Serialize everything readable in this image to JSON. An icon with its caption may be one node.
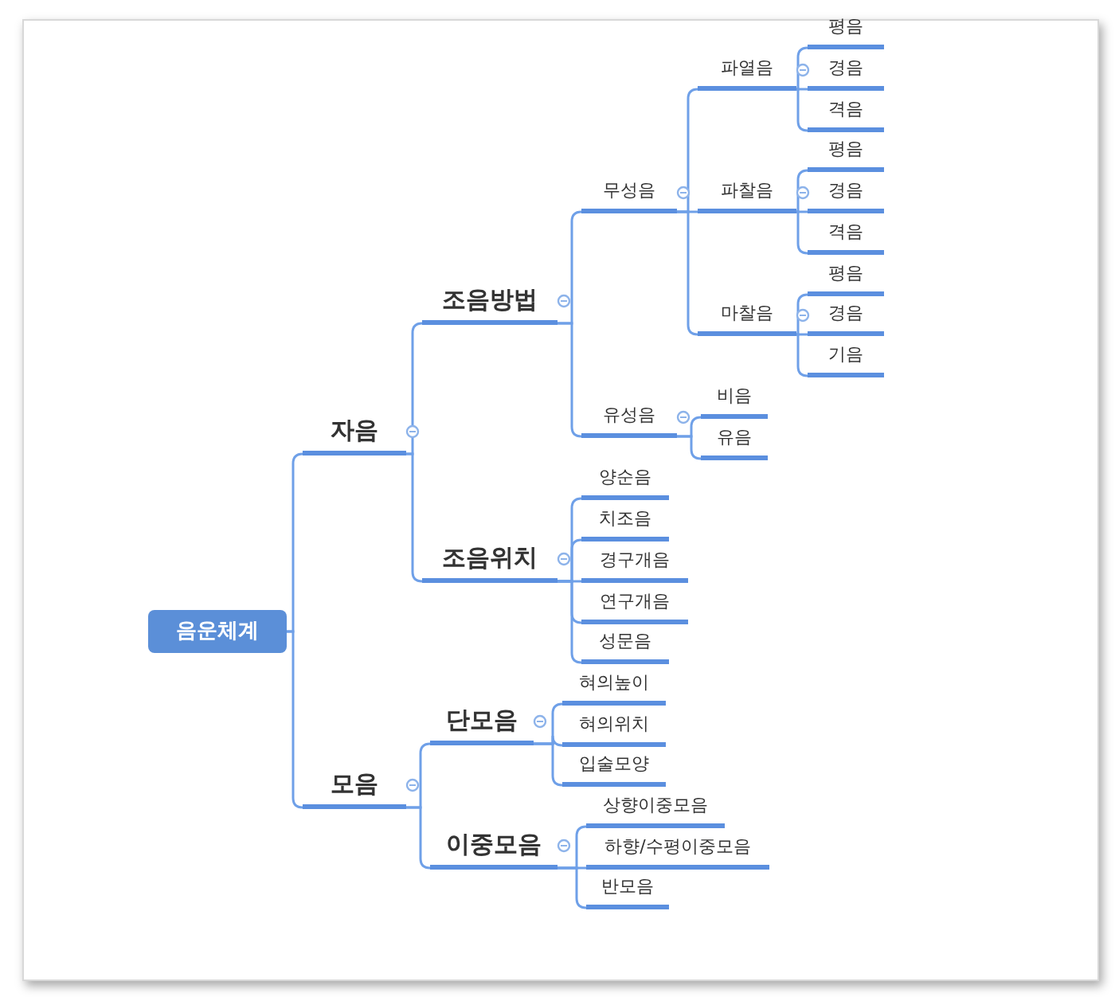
{
  "diagram": {
    "nodes": [
      {
        "text": [
          "음운체계"
        ]
      },
      {
        "text": [
          "자음"
        ]
      },
      {
        "text": [
          "조음방법"
        ]
      },
      {
        "text": [
          "무성음"
        ]
      },
      {
        "text": [
          "파열음"
        ]
      },
      {
        "text": [
          "평음"
        ]
      },
      {
        "text": [
          "경음"
        ]
      },
      {
        "text": [
          "격음"
        ]
      },
      {
        "text": [
          "파찰음"
        ]
      },
      {
        "text": [
          "평음"
        ]
      },
      {
        "text": [
          "경음"
        ]
      },
      {
        "text": [
          "격음"
        ]
      },
      {
        "text": [
          "마찰음"
        ]
      },
      {
        "text": [
          "평음"
        ]
      },
      {
        "text": [
          "경음"
        ]
      },
      {
        "text": [
          "기음"
        ]
      },
      {
        "text": [
          "유성음"
        ]
      },
      {
        "text": [
          "비음"
        ]
      },
      {
        "text": [
          "유음"
        ]
      },
      {
        "text": [
          "조음위치"
        ]
      },
      {
        "text": [
          "양순음"
        ]
      },
      {
        "text": [
          "치조음"
        ]
      },
      {
        "text": [
          "경구개음"
        ]
      },
      {
        "text": [
          "연구개음"
        ]
      },
      {
        "text": [
          "성문음"
        ]
      },
      {
        "text": [
          "모음"
        ]
      },
      {
        "text": [
          "단모음"
        ]
      },
      {
        "text": [
          "혀의높이"
        ]
      },
      {
        "text": [
          "혀의위치"
        ]
      },
      {
        "text": [
          "입술모양"
        ]
      },
      {
        "text": [
          "이중모음"
        ]
      },
      {
        "text": [
          "상향이중모음"
        ]
      },
      {
        "text": [
          "하향/수평이중모음"
        ]
      },
      {
        "text": [
          "반모음"
        ]
      }
    ],
    "edges": [
      {
        "from": 0,
        "to": 1,
        "arrow": "none"
      },
      {
        "from": 0,
        "to": 25,
        "arrow": "none"
      },
      {
        "from": 1,
        "to": 2,
        "arrow": "none"
      },
      {
        "from": 1,
        "to": 19,
        "arrow": "none"
      },
      {
        "from": 2,
        "to": 3,
        "arrow": "none"
      },
      {
        "from": 2,
        "to": 16,
        "arrow": "none"
      },
      {
        "from": 3,
        "to": 4,
        "arrow": "none"
      },
      {
        "from": 3,
        "to": 8,
        "arrow": "none"
      },
      {
        "from": 3,
        "to": 12,
        "arrow": "none"
      },
      {
        "from": 4,
        "to": 5,
        "arrow": "none"
      },
      {
        "from": 4,
        "to": 6,
        "arrow": "none"
      },
      {
        "from": 4,
        "to": 7,
        "arrow": "none"
      },
      {
        "from": 8,
        "to": 9,
        "arrow": "none"
      },
      {
        "from": 8,
        "to": 10,
        "arrow": "none"
      },
      {
        "from": 8,
        "to": 11,
        "arrow": "none"
      },
      {
        "from": 12,
        "to": 13,
        "arrow": "none"
      },
      {
        "from": 12,
        "to": 14,
        "arrow": "none"
      },
      {
        "from": 12,
        "to": 15,
        "arrow": "none"
      },
      {
        "from": 16,
        "to": 17,
        "arrow": "none"
      },
      {
        "from": 16,
        "to": 18,
        "arrow": "none"
      },
      {
        "from": 19,
        "to": 20,
        "arrow": "none"
      },
      {
        "from": 19,
        "to": 21,
        "arrow": "none"
      },
      {
        "from": 19,
        "to": 22,
        "arrow": "none"
      },
      {
        "from": 19,
        "to": 23,
        "arrow": "none"
      },
      {
        "from": 19,
        "to": 24,
        "arrow": "none"
      },
      {
        "from": 25,
        "to": 26,
        "arrow": "none"
      },
      {
        "from": 25,
        "to": 30,
        "arrow": "none"
      },
      {
        "from": 26,
        "to": 27,
        "arrow": "none"
      },
      {
        "from": 26,
        "to": 28,
        "arrow": "none"
      },
      {
        "from": 26,
        "to": 29,
        "arrow": "none"
      },
      {
        "from": 30,
        "to": 31,
        "arrow": "none"
      },
      {
        "from": 30,
        "to": 32,
        "arrow": "none"
      },
      {
        "from": 30,
        "to": 33,
        "arrow": "none"
      }
    ]
  }
}
